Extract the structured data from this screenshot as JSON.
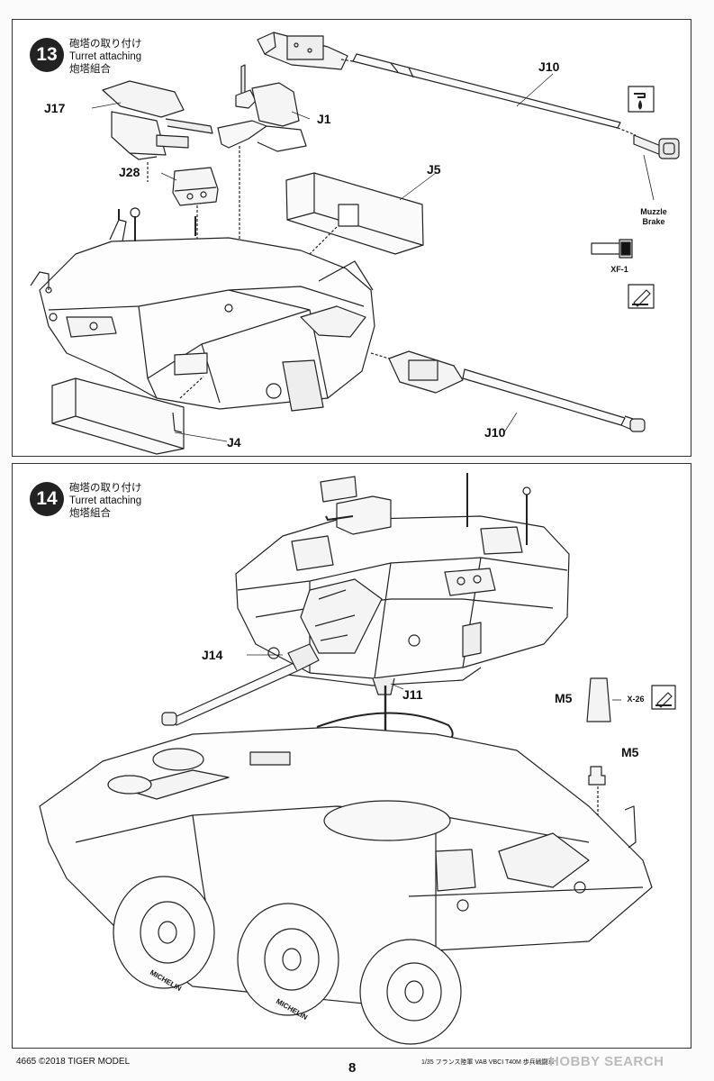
{
  "steps": [
    {
      "number": "13",
      "title_ja": "砲塔の取り付け",
      "title_en": "Turret attaching",
      "title_zh": "炮塔組合",
      "parts": {
        "j10_top": "J10",
        "j17": "J17",
        "j1": "J1",
        "j28": "J28",
        "j5": "J5",
        "j4": "J4",
        "j10_bottom": "J10"
      },
      "muzzle_brake": "Muzzle\nBrake",
      "xf1": "XF-1"
    },
    {
      "number": "14",
      "title_ja": "砲塔の取り付け",
      "title_en": "Turret attaching",
      "title_zh": "炮塔組合",
      "parts": {
        "j14": "J14",
        "j11": "J11",
        "m5_a": "M5",
        "m5_b": "M5"
      },
      "x26": "X-26",
      "tire_text": "MICHELIN"
    }
  ],
  "footer": {
    "left": "4665  ©2018  TIGER MODEL",
    "page": "8",
    "right": "1/35 フランス陸軍 VAB VBCI T40M 歩兵戦闘車",
    "watermark": "HOBBY SEARCH"
  }
}
